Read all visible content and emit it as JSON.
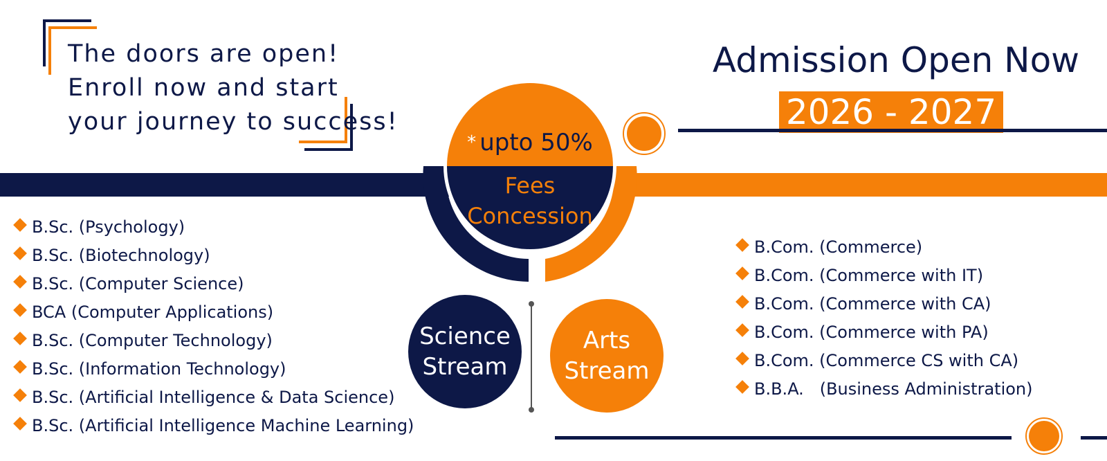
{
  "colors": {
    "navy": "#0d1847",
    "orange": "#f58009",
    "background": "#ffffff"
  },
  "tagline": {
    "line1": "The doors are open!",
    "line2": "Enroll now and start",
    "line3": "your journey to success!"
  },
  "admission": {
    "title": "Admission Open Now",
    "year": "2026 - 2027"
  },
  "concession": {
    "asterisk": "*",
    "offer": "upto 50%",
    "line1": "Fees",
    "line2": "Concession"
  },
  "streams": {
    "science": {
      "line1": "Science",
      "line2": "Stream"
    },
    "arts": {
      "line1": "Arts",
      "line2": "Stream"
    }
  },
  "science_courses": [
    "B.Sc. (Psychology)",
    "B.Sc. (Biotechnology)",
    "B.Sc. (Computer Science)",
    "BCA (Computer Applications)",
    "B.Sc. (Computer Technology)",
    "B.Sc. (Information Technology)",
    "B.Sc. (Artificial Intelligence & Data Science)",
    "B.Sc. (Artificial Intelligence Machine Learning)"
  ],
  "arts_courses": [
    "B.Com. (Commerce)",
    "B.Com. (Commerce with IT)",
    "B.Com. (Commerce with CA)",
    "B.Com. (Commerce with PA)",
    "B.Com. (Commerce CS with CA)",
    "B.B.A.   (Business Administration)"
  ]
}
